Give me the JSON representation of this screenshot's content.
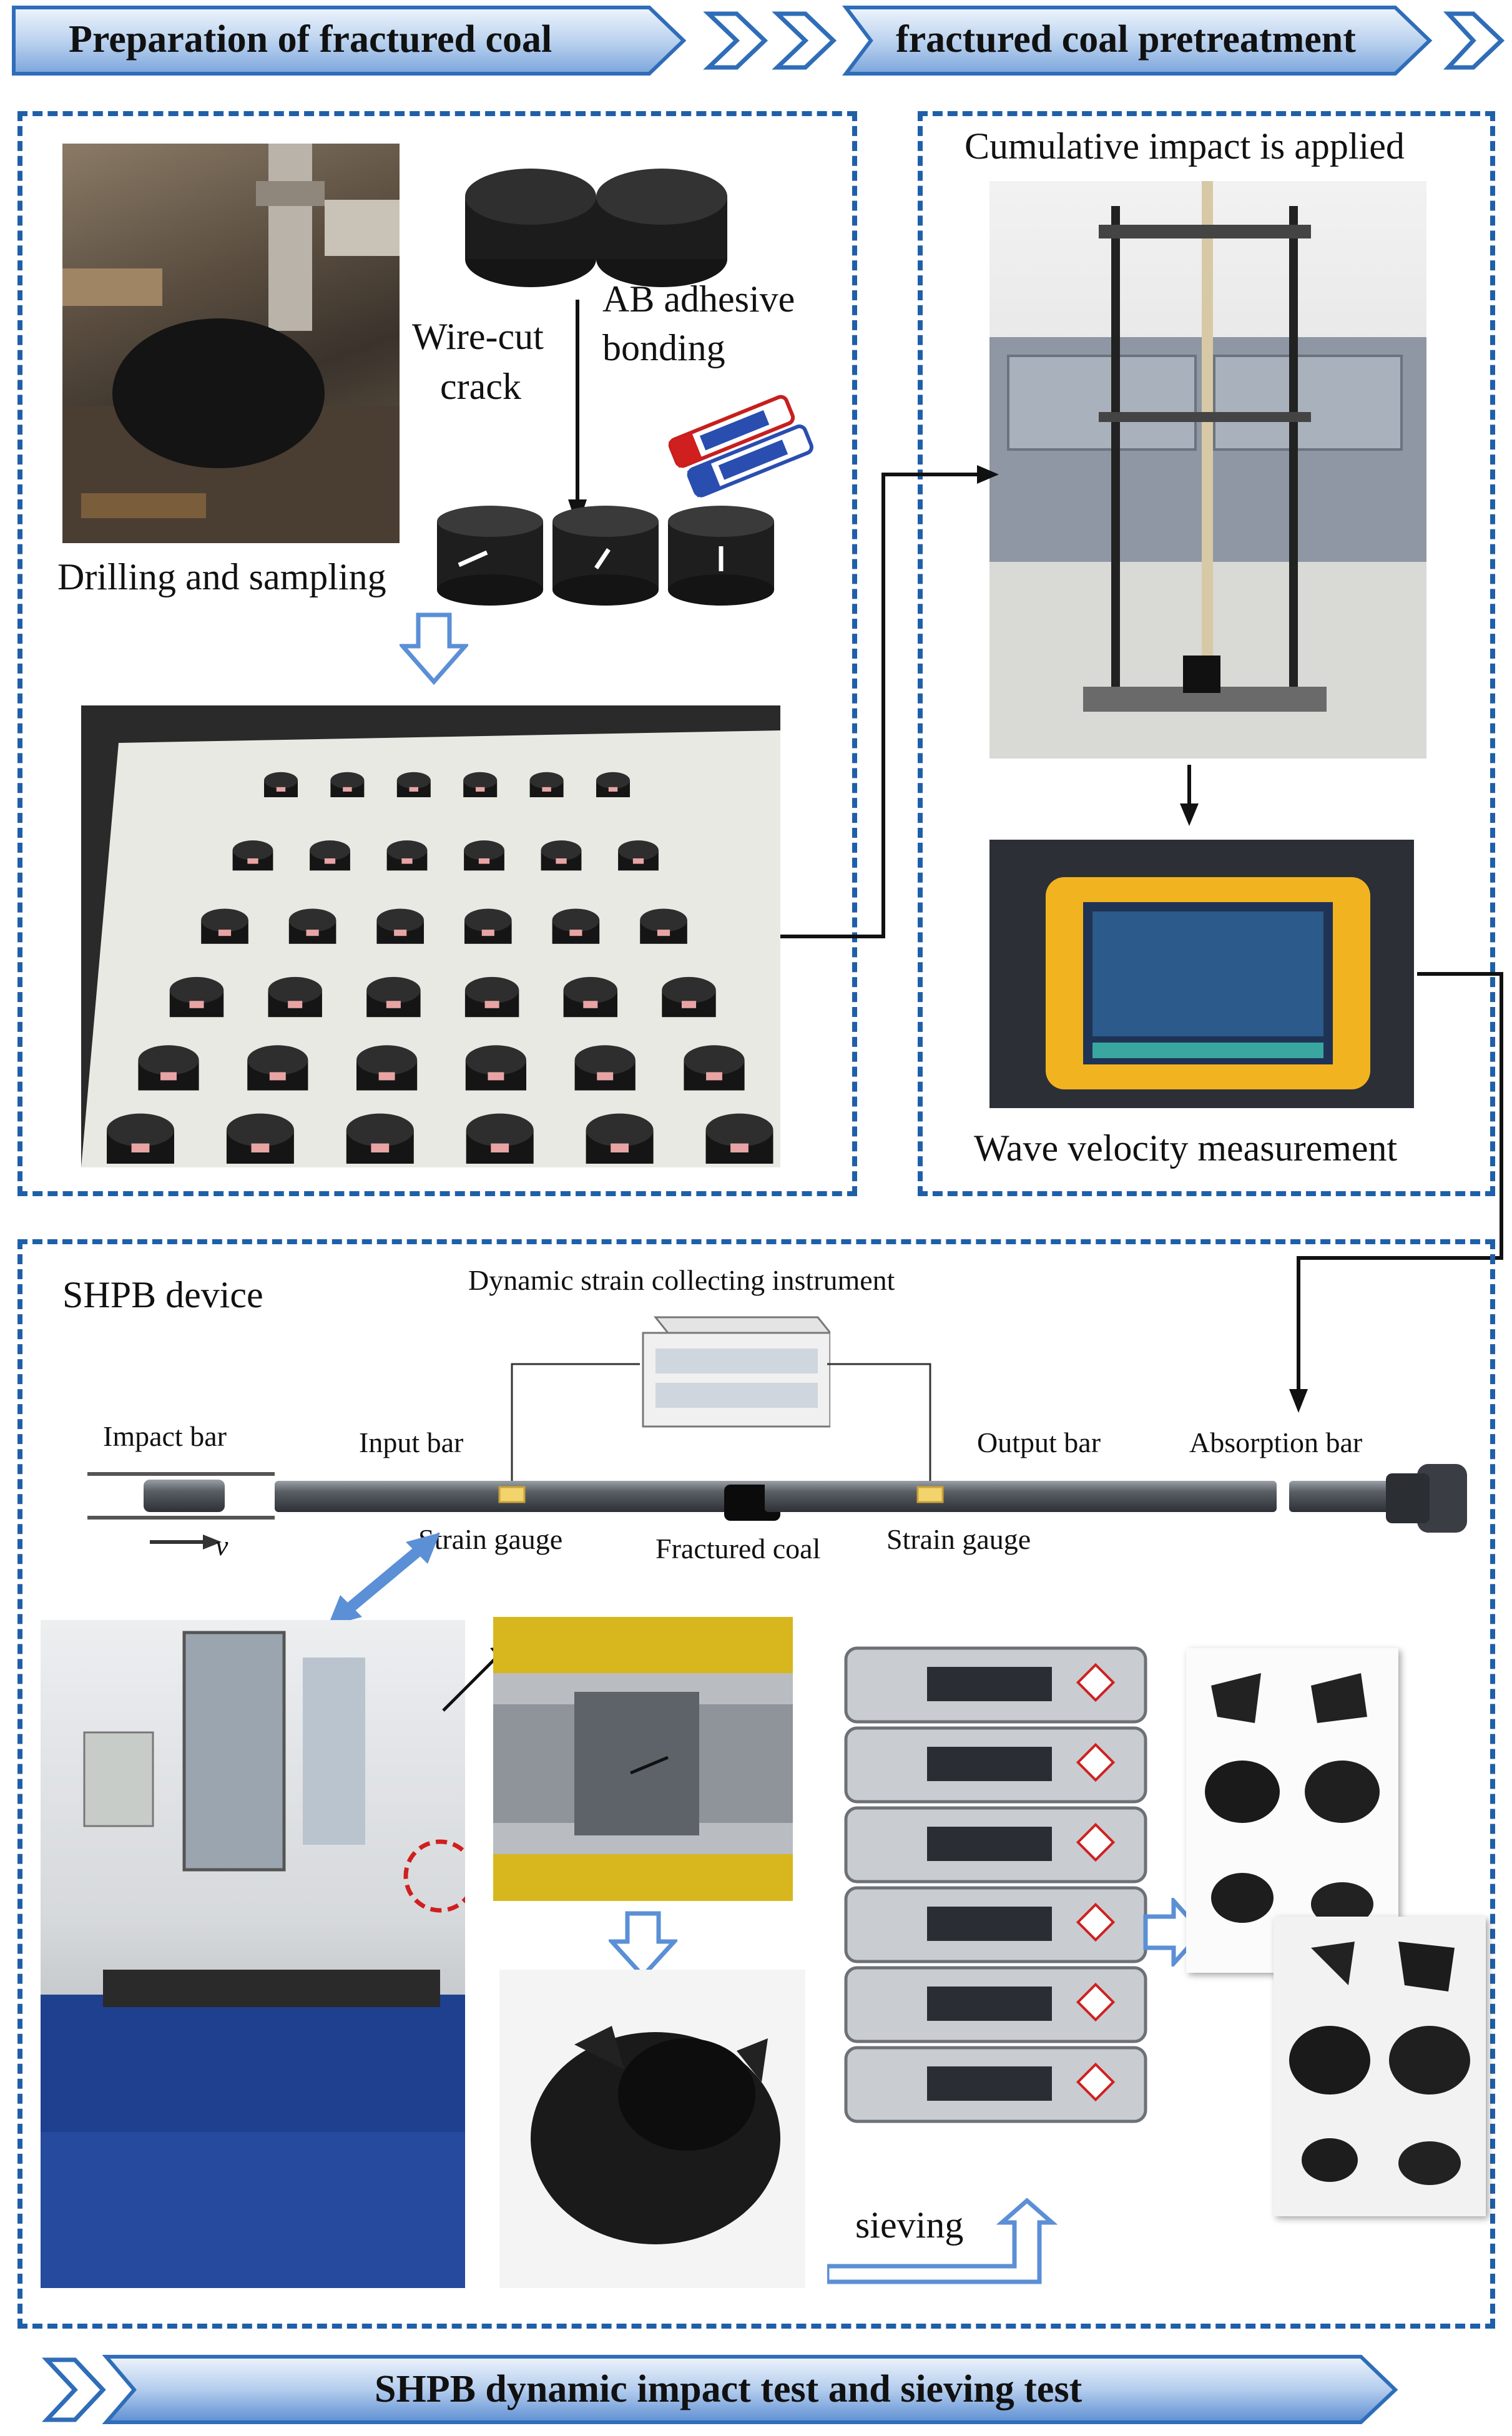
{
  "top_banner_left": {
    "text": "Preparation of fractured coal"
  },
  "top_banner_right": {
    "text": "fractured coal pretreatment"
  },
  "bottom_banner": {
    "text": "SHPB dynamic  impact test and sieving test"
  },
  "prep_panel": {
    "wire_cut_crack": "Wire-cut\ncrack",
    "wire_cut_line1": "Wire-cut",
    "wire_cut_line2": "crack",
    "ab_line1": "AB adhesive",
    "ab_line2": "bonding",
    "drilling": "Drilling and sampling"
  },
  "pretreat_panel": {
    "cumulative": "Cumulative  impact is applied",
    "wave": "Wave velocity measurement"
  },
  "shpb_panel": {
    "title": "SHPB device",
    "instrument": "Dynamic strain collecting  instrument",
    "impact_bar": "Impact bar",
    "input_bar": "Input bar",
    "output_bar": "Output bar",
    "absorption_bar": "Absorption bar",
    "velocity": "v",
    "strain_gauge_left": "Strain gauge",
    "fractured_coal": "Fractured coal",
    "strain_gauge_right": "Strain gauge",
    "sieving": "sieving"
  },
  "colors": {
    "dash": "#1f5fa8",
    "arrow_blue": "#5b8fd6",
    "banner_dark": "#2f6db8"
  }
}
